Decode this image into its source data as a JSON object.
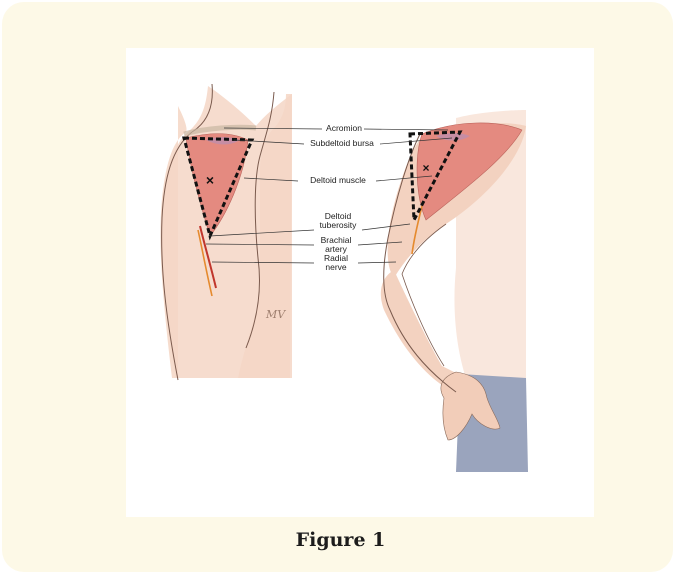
{
  "caption": "Figure 1",
  "signature": "MV",
  "labels": {
    "acromion": "Acromion",
    "subdeltoid_bursa": "Subdeltoid bursa",
    "deltoid_muscle": "Deltoid muscle",
    "deltoid_tuberosity_1": "Deltoid",
    "deltoid_tuberosity_2": "tuberosity",
    "brachial_artery_1": "Brachial",
    "brachial_artery_2": "artery",
    "radial_nerve_1": "Radial",
    "radial_nerve_2": "nerve"
  },
  "colors": {
    "background": "#fdf9e7",
    "skin": "#f3d2c0",
    "muscle": "#e48a80",
    "nerve": "#e58a2e",
    "towel": "#9aa4bd",
    "marker": "#111111"
  }
}
